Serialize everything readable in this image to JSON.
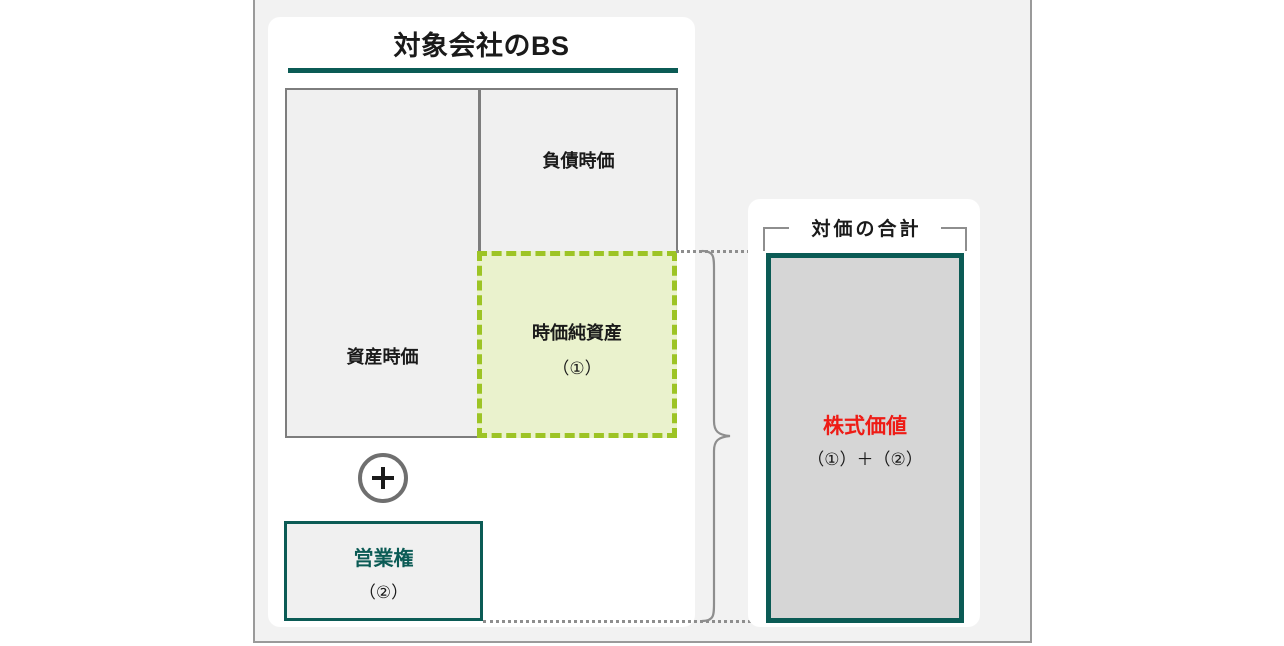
{
  "bs_panel": {
    "title": "対象会社のBS",
    "accent_color": "#0b5b55",
    "assets_box": {
      "label": "資産時価"
    },
    "liabilities_box": {
      "label": "負債時価"
    },
    "net_assets_box": {
      "label": "時価純資産",
      "note": "（①）",
      "fill_color": "#eaf2cd",
      "border_color": "#9dc425"
    },
    "operator": {
      "name": "plus-sign",
      "glyph": "+"
    },
    "goodwill_box": {
      "label": "営業権",
      "note": "（②）",
      "border_color": "#0b5b55"
    }
  },
  "total_panel": {
    "title": "対価の合計",
    "equity_box": {
      "label": "株式価値",
      "formula": "（①）＋（②）",
      "label_color": "#ee1c16",
      "fill_color": "#d6d6d6",
      "border_color": "#0b5b55"
    }
  }
}
